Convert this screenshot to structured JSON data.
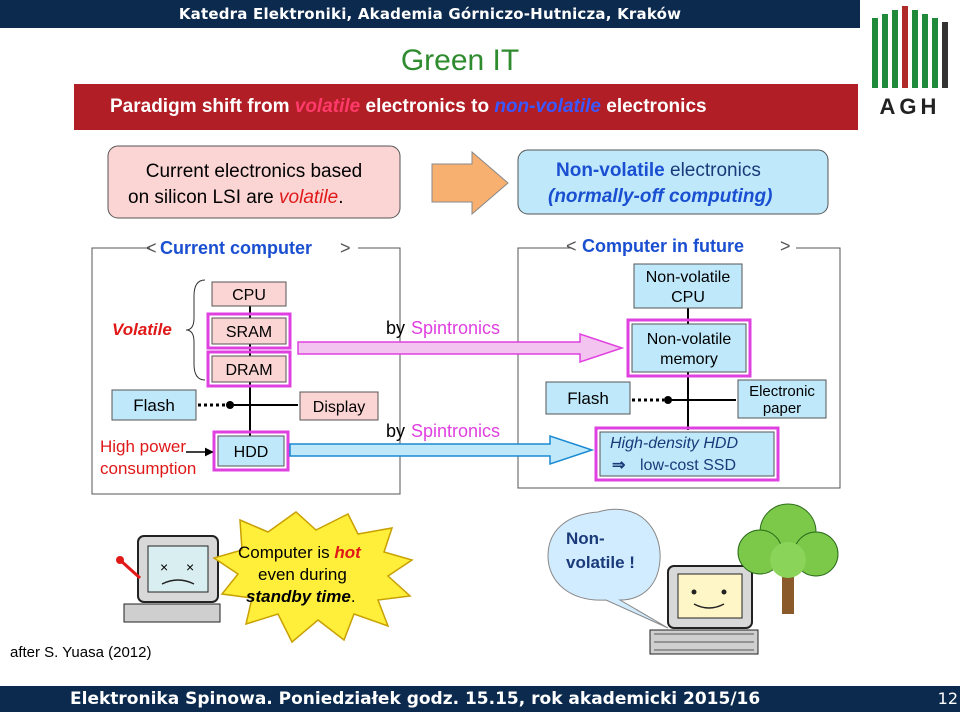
{
  "header": {
    "institution": "Katedra Elektroniki, Akademia Górniczo-Hutnicza, Kraków"
  },
  "logo": {
    "text": "AGH"
  },
  "slide": {
    "title": "Green IT"
  },
  "banner": {
    "part1": "Paradigm shift from ",
    "part2": "volatile",
    "part3": " electronics to ",
    "part4": "non-volatile",
    "part5": " electronics"
  },
  "diagram": {
    "current_box_l1": "Current electronics based",
    "current_box_l2": "on silicon LSI are ",
    "current_box_l2b": "volatile",
    "current_box_l2c": ".",
    "nv_box_l1a": "Non-volatile",
    "nv_box_l1b": " electronics",
    "nv_box_l2": "(normally-off computing)",
    "current_computer": "Current computer",
    "future_computer": "Computer in future",
    "cpu": "CPU",
    "sram": "SRAM",
    "dram": "DRAM",
    "volatile": "Volatile",
    "flash": "Flash",
    "display": "Display",
    "hdd": "HDD",
    "high_power_l1": "High power",
    "high_power_l2": "consumption",
    "by": "by",
    "spintronics": "Spintronics",
    "nv_cpu_l1": "Non-volatile",
    "nv_cpu_l2": "CPU",
    "nv_mem_l1": "Non-volatile",
    "nv_mem_l2": "memory",
    "flash2": "Flash",
    "epaper_l1": "Electronic",
    "epaper_l2": "paper",
    "hd_hdd": "High-density HDD",
    "ssd": "low-cost SSD",
    "hot_l1a": "Computer is ",
    "hot_l1b": "hot",
    "hot_l2": "even during",
    "hot_l3a": "standby time",
    "hot_l3b": ".",
    "nonvol_l1": "Non-",
    "nonvol_l2": "volatile !"
  },
  "citation": "after S. Yuasa (2012)",
  "footer": {
    "text": "Elektronika Spinowa. Poniedziałek godz. 15.15, rok akademicki 2015/16",
    "page": "12"
  },
  "colors": {
    "navy": "#0b2a4e",
    "green": "#2e8b2e",
    "banner_red": "#b21e25",
    "magenta": "#e040e0",
    "cyan_box": "#bfe9fb",
    "spin_blue": "#1a4fd1"
  }
}
